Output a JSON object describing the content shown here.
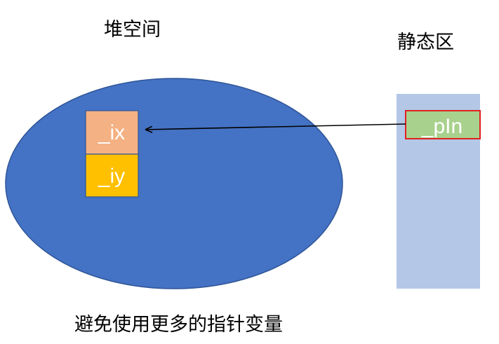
{
  "diagram": {
    "heap_label": "堆空间",
    "static_label": "静态区",
    "caption": "避免使用更多的指针变量",
    "heap_vars": [
      {
        "name": "_ix",
        "color": "#F4B183"
      },
      {
        "name": "_iy",
        "color": "#FFC000"
      }
    ],
    "static_var": {
      "name": "_pIn",
      "color": "#A9D18E",
      "border": "#E02020"
    },
    "colors": {
      "heap": "#4472C4",
      "heap_border": "#2F5597",
      "static_area": "#B4C7E7"
    }
  }
}
